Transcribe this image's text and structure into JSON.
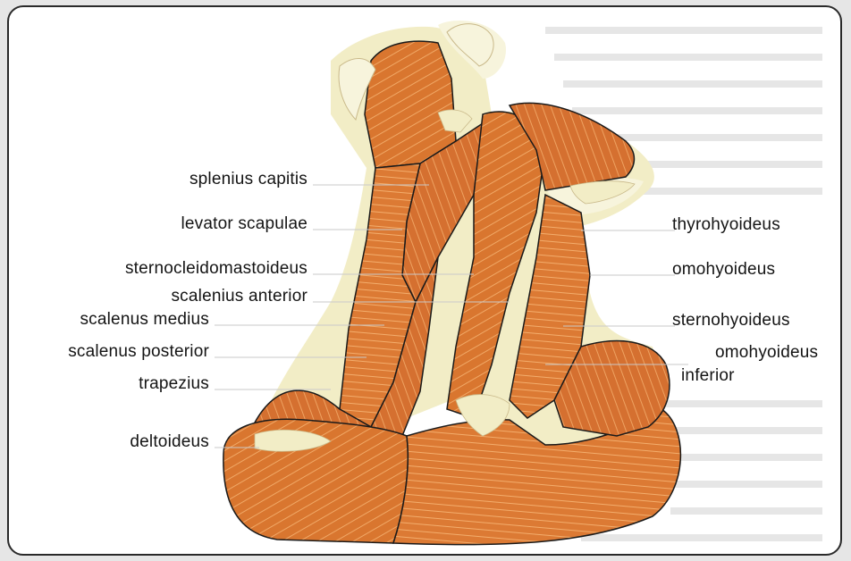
{
  "diagram": {
    "labels_left": [
      "splenius capitis",
      "levator scapulae",
      "sternocleidomastoideus",
      "scalenius anterior",
      "scalenus medius",
      "scalenus posterior",
      "trapezius",
      "deltoideus"
    ],
    "labels_right": [
      "thyrohyoideus",
      "omohyoideus",
      "sternohyoideus",
      "omohyoideus",
      "inferior"
    ]
  },
  "colors": {
    "muscle": "#d9762f",
    "muscle_light": "#ec9b58",
    "muscle_dark": "#b95a1e",
    "tendon": "#f2edc6",
    "outline": "#1a1a1a",
    "background_text": "#e3e3e3"
  }
}
